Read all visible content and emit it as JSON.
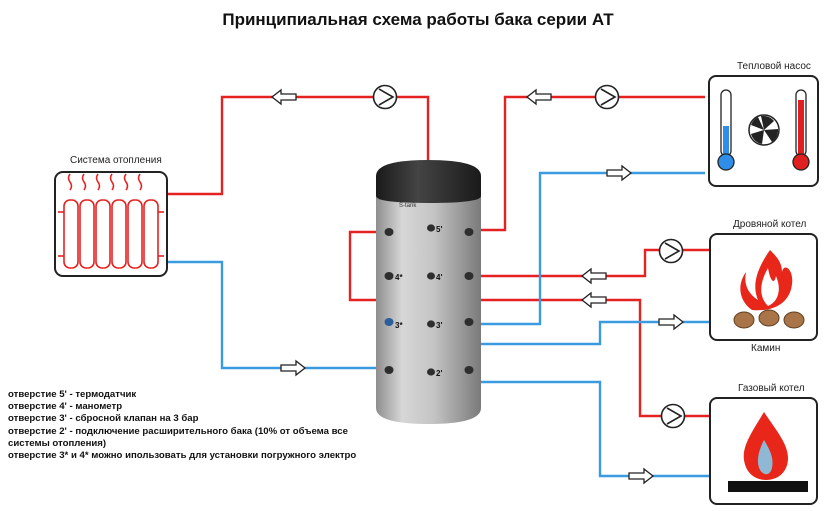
{
  "title": "Принципиальная схема работы бака серии АТ",
  "devices": {
    "heating": "Система отопления",
    "heat_pump": "Тепловой насос",
    "wood_boiler": "Дровяной котел",
    "fireplace": "Камин",
    "gas_boiler": "Газовый котел"
  },
  "tank": {
    "brand": "S-tank",
    "ports": {
      "p5": "5'",
      "p4": "4'",
      "p4s": "4*",
      "p3": "3'",
      "p3s": "3*",
      "p2": "2'"
    }
  },
  "notes": [
    "отверстие 5' - термодатчик",
    "отверстие 4' - манометр",
    "отверстие 3' - сбросной клапан на 3 бар",
    "отверстие 2' - подключение расширительного бака (10% от объема все системы отопления)",
    "отверстие 3* и 4* можно ипользовать для установки погружного электро"
  ],
  "colors": {
    "hot": "#e52222",
    "cold": "#3a9be0",
    "flame": "#e8261a",
    "thermo_cold": "#2f8fe8",
    "thermo_hot": "#e02020",
    "tank_body": "#bcbcbc",
    "tank_top": "#2a2a2a",
    "log": "#a87448"
  },
  "icons": {
    "pump": "pump-icon",
    "arrow": "flow-arrow-icon",
    "radiator": "radiator-icon",
    "thermometer": "thermometer-icon",
    "fan": "fan-icon",
    "flame": "flame-icon",
    "logs": "logs-icon",
    "burner": "burner-icon"
  }
}
